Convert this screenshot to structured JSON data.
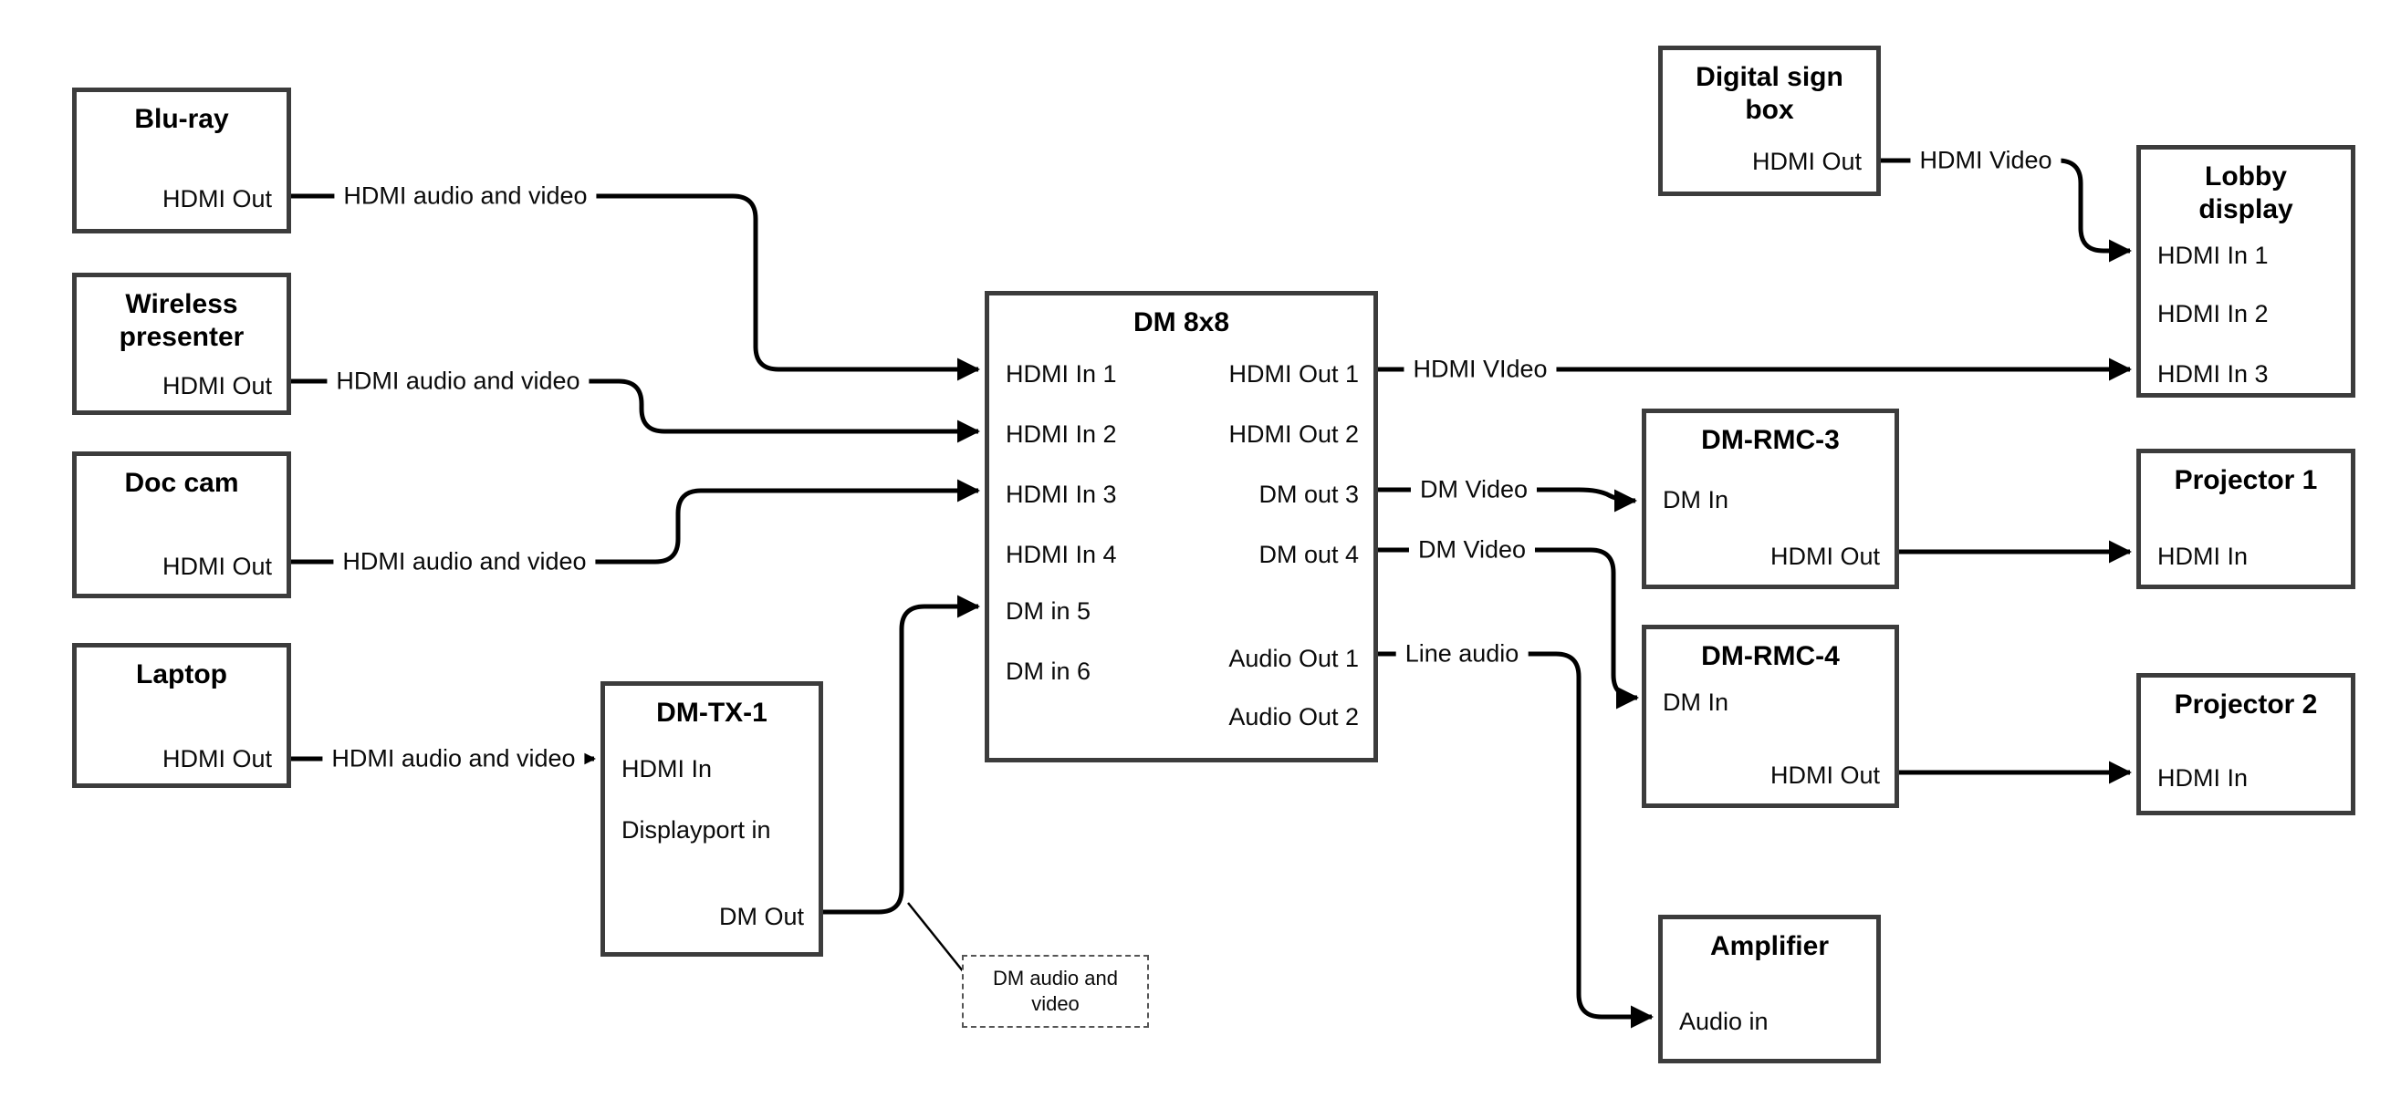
{
  "nodes": {
    "bluray": {
      "title": "Blu-ray",
      "out": "HDMI Out"
    },
    "wireless": {
      "title": "Wireless presenter",
      "out": "HDMI Out"
    },
    "doccam": {
      "title": "Doc cam",
      "out": "HDMI Out"
    },
    "laptop": {
      "title": "Laptop",
      "out": "HDMI Out"
    },
    "dmtx1": {
      "title": "DM-TX-1",
      "in1": "HDMI In",
      "in2": "Displayport in",
      "out": "DM Out"
    },
    "dm8x8": {
      "title": "DM 8x8",
      "in1": "HDMI In 1",
      "in2": "HDMI In 2",
      "in3": "HDMI In 3",
      "in4": "HDMI In 4",
      "in5": "DM in 5",
      "in6": "DM in 6",
      "out1": "HDMI Out 1",
      "out2": "HDMI Out 2",
      "out3": "DM out 3",
      "out4": "DM out 4",
      "aout1": "Audio Out 1",
      "aout2": "Audio Out 2"
    },
    "digitalsign": {
      "title": "Digital sign box",
      "out": "HDMI Out"
    },
    "lobby": {
      "title": "Lobby display",
      "in1": "HDMI In 1",
      "in2": "HDMI In 2",
      "in3": "HDMI In 3"
    },
    "dmrmc3": {
      "title": "DM-RMC-3",
      "in": "DM In",
      "out": "HDMI Out"
    },
    "projector1": {
      "title": "Projector 1",
      "in": "HDMI In"
    },
    "dmrmc4": {
      "title": "DM-RMC-4",
      "in": "DM In",
      "out": "HDMI Out"
    },
    "projector2": {
      "title": "Projector 2",
      "in": "HDMI In"
    },
    "amplifier": {
      "title": "Amplifier",
      "in": "Audio in"
    }
  },
  "edge_labels": {
    "bluray_to_dm8x8": "HDMI audio and video",
    "wireless_to_dm8x8": "HDMI audio and video",
    "doccam_to_dm8x8": "HDMI audio and video",
    "laptop_to_dmtx1": "HDMI audio and video",
    "out1_to_lobby": "HDMI VIdeo",
    "out3_to_dmrmc3": "DM Video",
    "out4_to_dmrmc4": "DM Video",
    "aout1_to_amplifier": "Line audio",
    "digitalsign_to_lobby": "HDMI Video"
  },
  "note": {
    "text": "DM audio and video"
  },
  "colors": {
    "line": "#000000",
    "box_border": "#3c3c3c",
    "background": "#ffffff"
  }
}
